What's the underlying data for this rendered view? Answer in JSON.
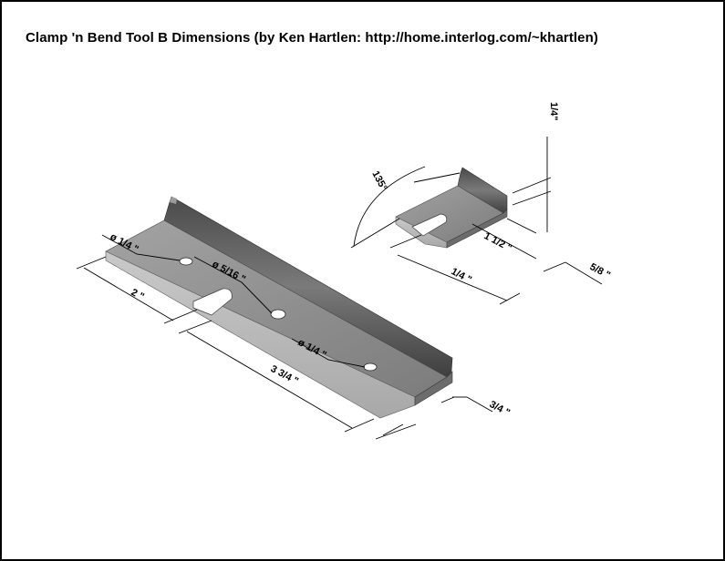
{
  "title": "Clamp 'n Bend Tool B Dimensions (by Ken Hartlen: http://home.interlog.com/~khartlen)",
  "dimensions": {
    "large_part": {
      "hole_left": "ø  1/4 \"",
      "hole_center": "ø  5/16 \"",
      "hole_right": "ø  1/4 \"",
      "slot_offset": "2 \"",
      "hole_span": "3 3/4 \"",
      "width": "3/4 \""
    },
    "small_part": {
      "thickness": "1/4\"",
      "angle": "135°",
      "length": "1 1/2 \"",
      "slot_width": "1/4 \"",
      "width": "5/8 \""
    }
  },
  "colors": {
    "steel_top": "#8e8e8e",
    "steel_flange": "#5f5f5f",
    "steel_edge": "#b8b8b8",
    "steel_dark": "#3d3d3d"
  }
}
